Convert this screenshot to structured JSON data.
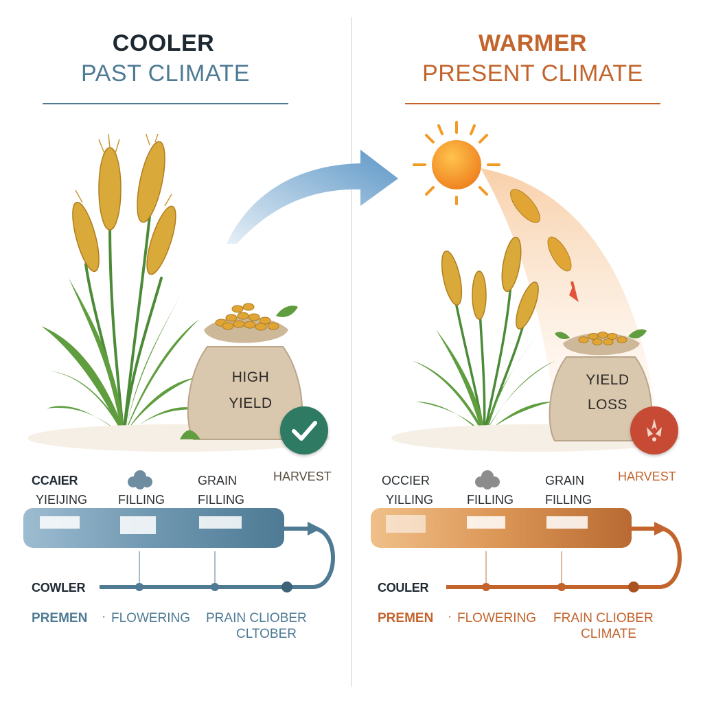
{
  "left": {
    "title_line1": "COOLER",
    "title_line2": "PAST CLIMATE",
    "bag_line1": "HIGH",
    "bag_line2": "YIELD",
    "stage_col1_top": "CCAIER",
    "stage_col1_bottom": "YIEIJING",
    "stage_col2_bottom": "FILLING",
    "stage_col3_top": "GRAIN",
    "stage_col3_bottom": "FILLING",
    "stage_harvest": "HARVEST",
    "axis_label": "COWLER",
    "footer_1": "PREMEN",
    "footer_sep": "·",
    "footer_2": "FLOWERING",
    "footer_3a": "PRAIN CLIOBER",
    "footer_3b": "CLTOBER",
    "accent": "#4e7a94",
    "title_color": "#1d2830"
  },
  "right": {
    "title_line1": "WARMER",
    "title_line2": "PRESENT CLIMATE",
    "bag_line1": "YIELD",
    "bag_line2": "LOSS",
    "stage_col1_top": "OCCIER",
    "stage_col1_bottom": "YILLING",
    "stage_col2_bottom": "FILLING",
    "stage_col3_top": "GRAIN",
    "stage_col3_bottom": "FILLING",
    "stage_harvest": "HARVEST",
    "axis_label": "COULER",
    "footer_1": "PREMEN",
    "footer_sep": "·",
    "footer_2": "FLOWERING",
    "footer_3a": "FRAIN CLIOBER",
    "footer_3b": "CLIMATE",
    "accent": "#c2642c",
    "title_color": "#c2642c"
  },
  "icons": {
    "check": "check-icon",
    "loss": "loss-icon",
    "sun": "sun-icon",
    "arrow": "transition-arrow-icon"
  }
}
